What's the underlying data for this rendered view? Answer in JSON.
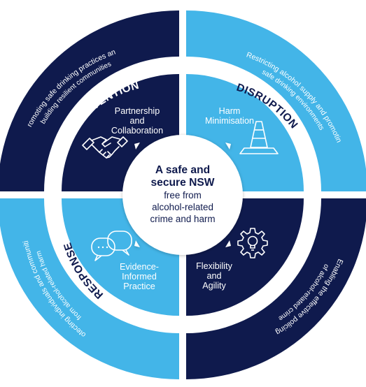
{
  "colors": {
    "navy": "#0f1a4d",
    "light_blue": "#43b5e8",
    "white": "#ffffff"
  },
  "center": {
    "line1": "A safe and",
    "line2": "secure NSW",
    "line3": "free from",
    "line4": "alcohol-related",
    "line5": "crime and harm"
  },
  "segments": {
    "prevention": {
      "title": "PREVENTION",
      "description_line1": "Promoting safe drinking practices and",
      "description_line2": "building resilient communities",
      "inner_line1": "Partnership",
      "inner_line2": "and",
      "inner_line3": "Collaboration",
      "icon": "handshake-icon"
    },
    "disruption": {
      "title": "DISRUPTION",
      "description_line1": "Restricting alcohol supply and promoting",
      "description_line2": "safe drinking environments",
      "inner_line1": "Harm",
      "inner_line2": "Minimisation",
      "icon": "traffic-cone-icon"
    },
    "response": {
      "title": "RESPONSE",
      "description_line1": "Protecting individuals and communities",
      "description_line2": "from alcohol-related harm",
      "inner_line1": "Evidence-",
      "inner_line2": "Informed",
      "inner_line3": "Practice",
      "icon": "speech-bubbles-icon"
    },
    "capability": {
      "title": "CAPABILITY",
      "description_line1": "Enabling the effective policing",
      "description_line2": "of alcohol-related crime",
      "inner_line1": "Flexibility",
      "inner_line2": "and",
      "inner_line3": "Agility",
      "icon": "gear-lightbulb-icon"
    }
  }
}
